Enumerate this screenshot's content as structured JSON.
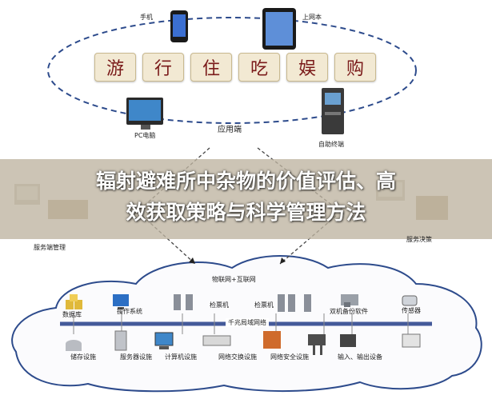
{
  "top_devices": {
    "phone": "手机",
    "tablet": "上网本",
    "pc": "PC电脑",
    "kiosk": "自助终端"
  },
  "service_chars": [
    "游",
    "行",
    "住",
    "吃",
    "娱",
    "购"
  ],
  "app_layer": "应用端",
  "service_mgmt": "服务端管理",
  "service_decision": "服务决策",
  "title_line1": "辐射避难所中杂物的价值评估、高",
  "title_line2": "效获取策略与科学管理方法",
  "cloud_label": "物联网+互联网",
  "lan_label": "千兆局域网络",
  "upper_nodes": {
    "database": "数据库",
    "os": "操作系统",
    "ticket1": "检票机",
    "ticket2": "检票机",
    "backup": "双机备份软件",
    "sensor": "传感器"
  },
  "lower_nodes": {
    "storage": "储存设施",
    "server": "服务器设施",
    "pc": "计算机设施",
    "network": "网络交换设施",
    "security": "网络安全设施",
    "io": "输入、输出设备"
  }
}
